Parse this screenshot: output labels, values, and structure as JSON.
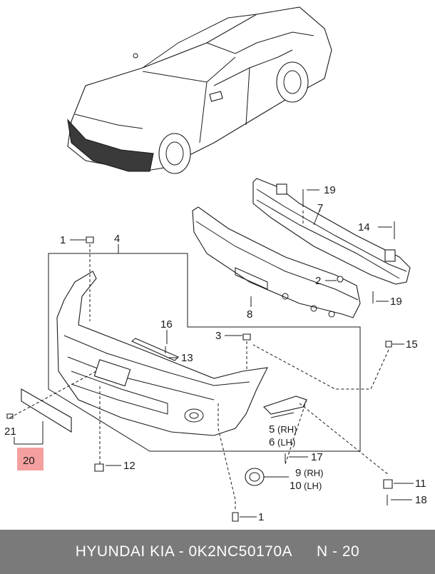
{
  "callouts": {
    "c1a": "1",
    "c1b": "1",
    "c2": "2",
    "c3": "3",
    "c4": "4",
    "c5": "5",
    "c5s": "(RH)",
    "c6": "6",
    "c6s": "(LH)",
    "c7": "7",
    "c8": "8",
    "c9": "9",
    "c9s": "(RH)",
    "c10": "10",
    "c10s": "(LH)",
    "c11": "11",
    "c12": "12",
    "c13": "13",
    "c14": "14",
    "c15": "15",
    "c16": "16",
    "c17": "17",
    "c18": "18",
    "c19a": "19",
    "c19b": "19",
    "c20": "20",
    "c21": "21"
  },
  "highlight_color": "#f4a0a0",
  "footer": {
    "part_text": "HYUNDAI  KIA - 0K2NC50170A",
    "page_text": "N - 20"
  }
}
